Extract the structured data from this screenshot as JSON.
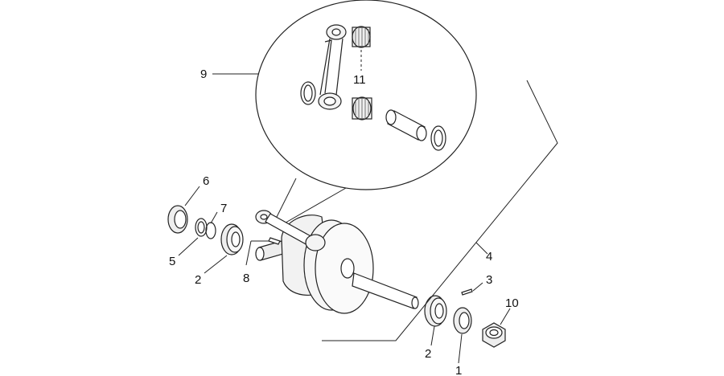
{
  "callouts": {
    "c1": "1",
    "c2a": "2",
    "c2b": "2",
    "c3": "3",
    "c4": "4",
    "c5": "5",
    "c6": "6",
    "c7": "7",
    "c8": "8",
    "c9": "9",
    "c10": "10",
    "c11": "11"
  }
}
